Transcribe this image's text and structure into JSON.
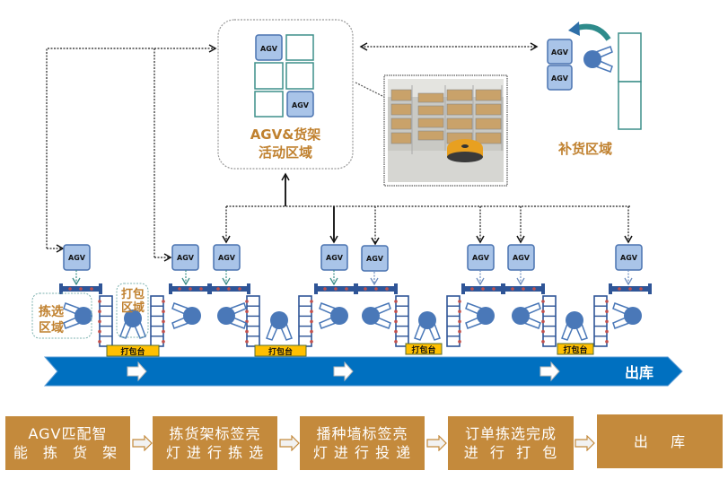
{
  "diagram": {
    "title": "AGV货到人拣选流程",
    "agv_label": "AGV",
    "zones": {
      "agv_shelf_zone": [
        "AGV&货架",
        "活动区域"
      ],
      "replenish_zone": "补货区域",
      "picking_zone": [
        "拣选",
        "区域"
      ],
      "packing_zone": [
        "打包",
        "区域"
      ]
    },
    "packing_table_label": "打包台",
    "outbound_label": "出库",
    "photo_alt": "warehouse-agv-photo",
    "colors": {
      "agv_fill": "#a9c4e8",
      "agv_border": "#4a73b0",
      "worker": "#4a78b8",
      "shelf_border": "#2f5597",
      "shelf_dot": "#c0504d",
      "zone_text": "#c0812f",
      "packing_table": "#ffc000",
      "conveyor": "#0070c0",
      "step_fill": "#c48a3c",
      "teal": "#3d8f8a"
    }
  },
  "process_steps": [
    {
      "line1": "AGV匹配智",
      "line2": "能 拣 货 架"
    },
    {
      "line1": "拣货架标签亮",
      "line2": "灯 进 行 拣 选"
    },
    {
      "line1": "播种墙标签亮",
      "line2": "灯 进 行 投 递"
    },
    {
      "line1": "订单拣选完成",
      "line2": "进  行  打  包"
    },
    {
      "line1": "出    库",
      "line2": ""
    }
  ]
}
